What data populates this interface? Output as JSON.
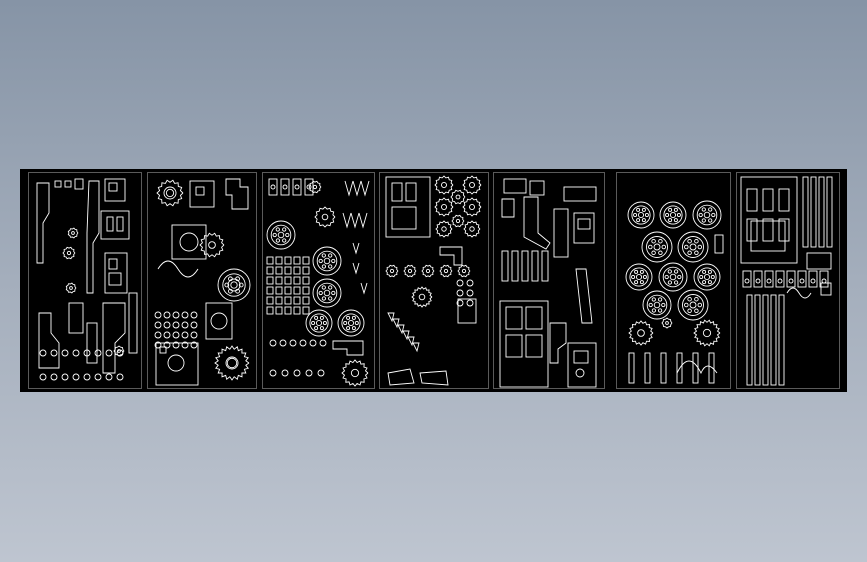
{
  "view": {
    "background_top": "#8694a6",
    "background_bottom": "#bec5d0",
    "sheet_color": "#000000",
    "line_color": "#ffffff",
    "frame_color": "#5a5a5a"
  },
  "layout_sheets": [
    {
      "id": "sheet-1",
      "content": "mixed-parts-gears-brackets"
    },
    {
      "id": "sheet-2",
      "content": "gears-hubs-plates"
    },
    {
      "id": "sheet-3",
      "content": "small-gears-links-clips"
    },
    {
      "id": "sheet-4",
      "content": "gears-frame-brackets"
    },
    {
      "id": "sheet-5",
      "content": "frames-brackets-windows"
    },
    {
      "id": "sheet-6",
      "content": "large-gear-wheels"
    },
    {
      "id": "sheet-7",
      "content": "window-frames-rails"
    }
  ]
}
